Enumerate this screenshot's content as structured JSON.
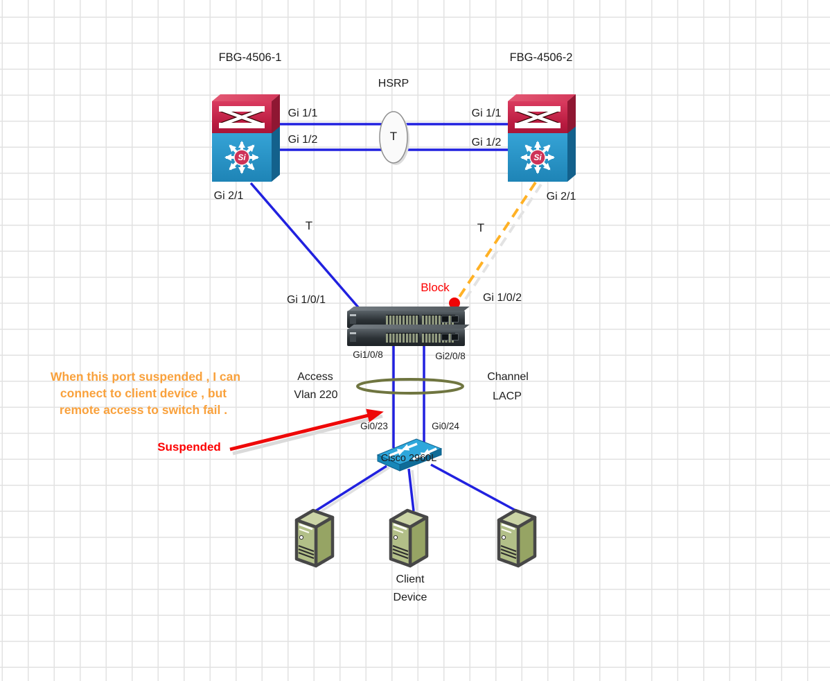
{
  "nodes": {
    "core1": {
      "label": "FBG-4506-1",
      "si": "Si"
    },
    "core2": {
      "label": "FBG-4506-2",
      "si": "Si"
    },
    "access": {
      "label": "Cisco 2960L"
    },
    "client": {
      "line1": "Client",
      "line2": "Device"
    }
  },
  "ports": {
    "core1_gi11": "Gi 1/1",
    "core1_gi12": "Gi 1/2",
    "core1_gi21": "Gi 2/1",
    "core2_gi11": "Gi 1/1",
    "core2_gi12": "Gi 1/2",
    "core2_gi21": "Gi 2/1",
    "stack_gi101": "Gi 1/0/1",
    "stack_gi102": "Gi 1/0/2",
    "stack_gi108": "Gi1/0/8",
    "stack_gi208": "Gi2/0/8",
    "access_gi023": "Gi0/23",
    "access_gi024": "Gi0/24"
  },
  "annotations": {
    "hsrp": "HSRP",
    "trunk_badge": "T",
    "trunk_left": "T",
    "trunk_right": "T",
    "block": "Block",
    "suspended": "Suspended",
    "note_line1": "When this port suspended , I can",
    "note_line2": "connect to client device , but",
    "note_line3": "remote access to switch fail .",
    "vlan_line1": "Access",
    "vlan_line2": "Vlan 220",
    "channel_line1": "Channel",
    "channel_line2": "LACP"
  },
  "icons": {
    "core1": "multilayer-switch-si-icon",
    "core2": "multilayer-switch-si-icon",
    "stack": "rack-switch-stack-icon",
    "access": "workgroup-switch-icon",
    "clients": "server-tower-icon",
    "trunk_oval": "trunk-oval-icon",
    "lacp_ring": "port-channel-ring-icon",
    "block_dot": "blocked-port-dot-icon",
    "pointer": "suspended-pointer-arrow-icon"
  },
  "colors": {
    "link": "#2121DF",
    "blocked_link": "#FFB125",
    "alert": "#FF0000",
    "note": "#F9A13C",
    "channel_ring": "#6F7540",
    "switch_l2_red": "#C32048",
    "switch_l3_blue": "#2196CB",
    "access_switch": "#2EA7DB",
    "client_body": "#B2BF88",
    "grid": "#E2E2E2"
  }
}
